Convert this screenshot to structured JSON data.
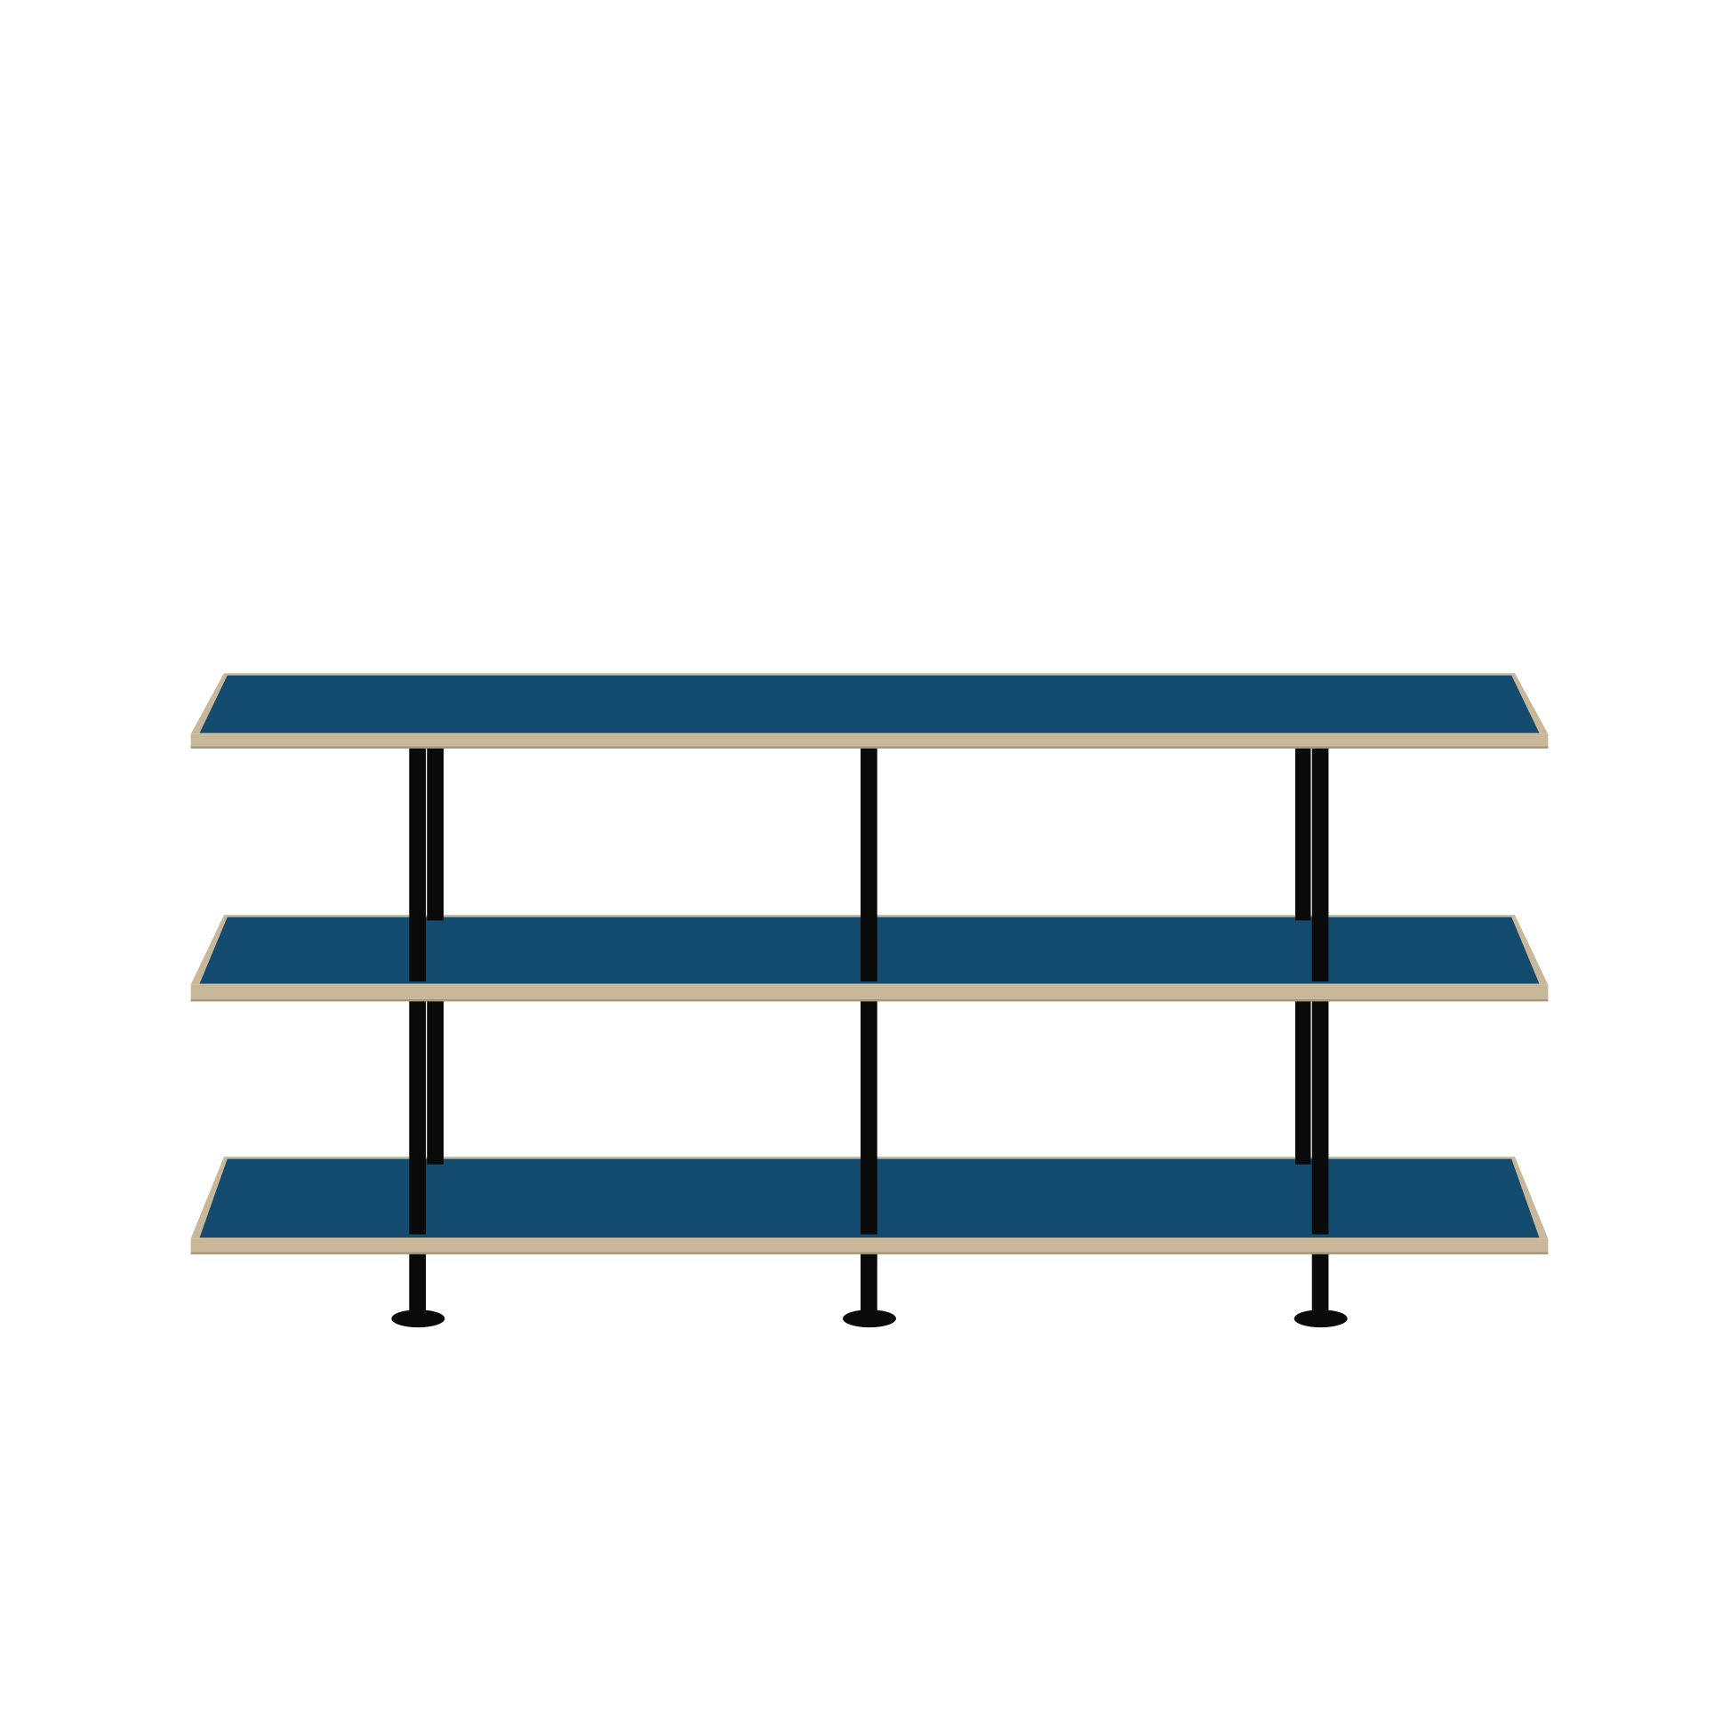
{
  "product": {
    "shelf_count": 3,
    "leg_positions": [
      "left",
      "center",
      "right"
    ],
    "colors": {
      "background": "#ffffff",
      "shelf_surface": "#134c6e",
      "shelf_edge": "#c8b899",
      "shelf_edge_dark": "#a8977a",
      "legs": "#0a0a0a"
    }
  }
}
